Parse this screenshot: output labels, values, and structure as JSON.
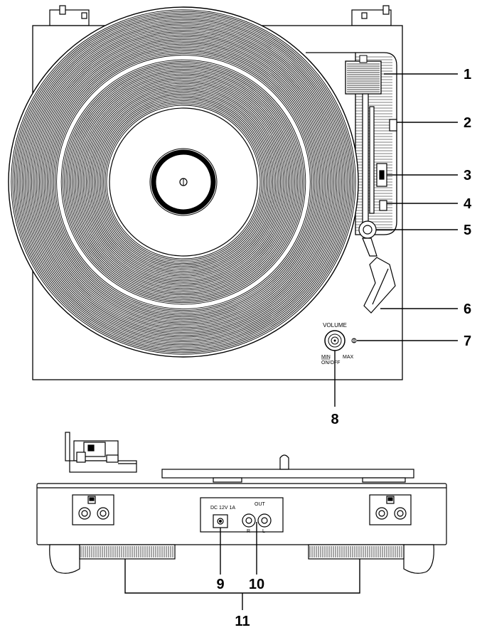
{
  "callouts": {
    "c1": "1",
    "c2": "2",
    "c3": "3",
    "c4": "4",
    "c5": "5",
    "c6": "6",
    "c7": "7",
    "c8": "8",
    "c9": "9",
    "c10": "10",
    "c11": "11"
  },
  "knob_labels": {
    "volume": "VOLUME",
    "min": "MIN",
    "on_off": "ON/OFF",
    "max": "MAX"
  },
  "rear_panel": {
    "power_label": "DC 12V 1A",
    "out_label": "OUT",
    "right_label": "R",
    "left_label": "L"
  },
  "colors": {
    "line": "#000000",
    "background": "#ffffff"
  }
}
